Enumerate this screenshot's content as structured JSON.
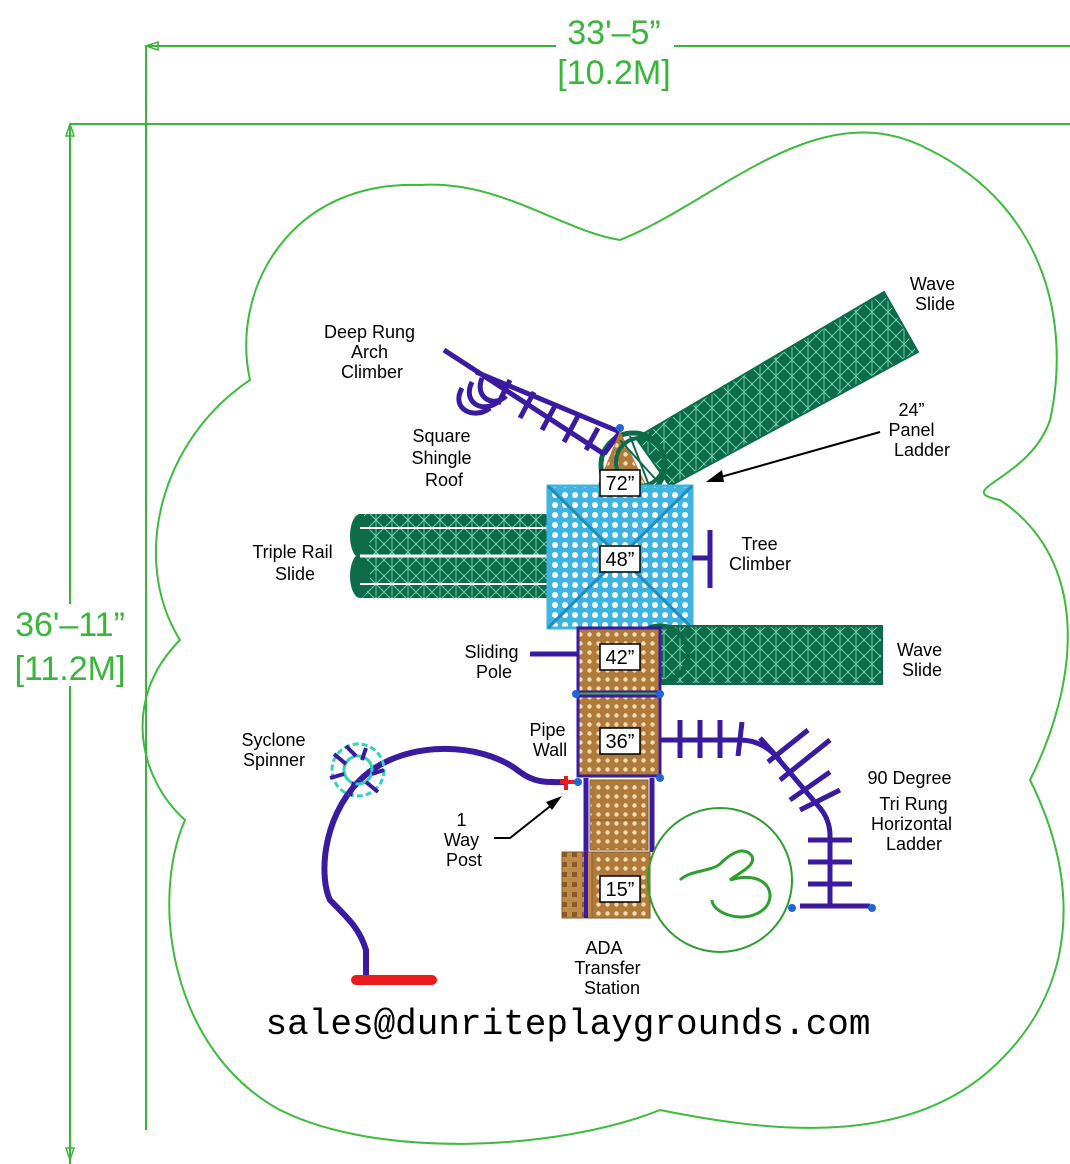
{
  "dimensions": {
    "width_ft": "33'–5”",
    "width_m": "[10.2M]",
    "depth_ft": "36'–11”",
    "depth_m": "[11.2M]"
  },
  "deck_heights": [
    "72”",
    "48”",
    "42”",
    "36”",
    "15”"
  ],
  "labels": {
    "deep_rung": [
      "Deep Rung",
      "Arch",
      "Climber"
    ],
    "square_roof": [
      "Square",
      "Shingle",
      "Roof"
    ],
    "triple_rail": [
      "Triple Rail",
      "Slide"
    ],
    "wave_slide_top": [
      "Wave",
      "Slide"
    ],
    "panel_ladder": [
      "24”",
      "Panel",
      "Ladder"
    ],
    "tree_climber": [
      "Tree",
      "Climber"
    ],
    "sliding_pole": [
      "Sliding",
      "Pole"
    ],
    "wave_slide_mid": [
      "Wave",
      "Slide"
    ],
    "pipe_wall": [
      "Pipe",
      "Wall"
    ],
    "syclone": [
      "Syclone",
      "Spinner"
    ],
    "ladder_90": [
      "90 Degree",
      "Tri Rung",
      "Horizontal",
      "Ladder"
    ],
    "one_way": [
      "1",
      "Way",
      "Post"
    ],
    "ada": [
      "ADA",
      "Transfer",
      "Station"
    ]
  },
  "email": "sales@dunriteplaygrounds.com",
  "colors": {
    "dimension": "#39b53a",
    "slide": "#0e6b4a",
    "roof": "#3fb4e0",
    "deck": "#b07a3a",
    "pipe": "#3a1aa0",
    "border": "#3dbb3d",
    "accent_red": "#e81c1c"
  }
}
